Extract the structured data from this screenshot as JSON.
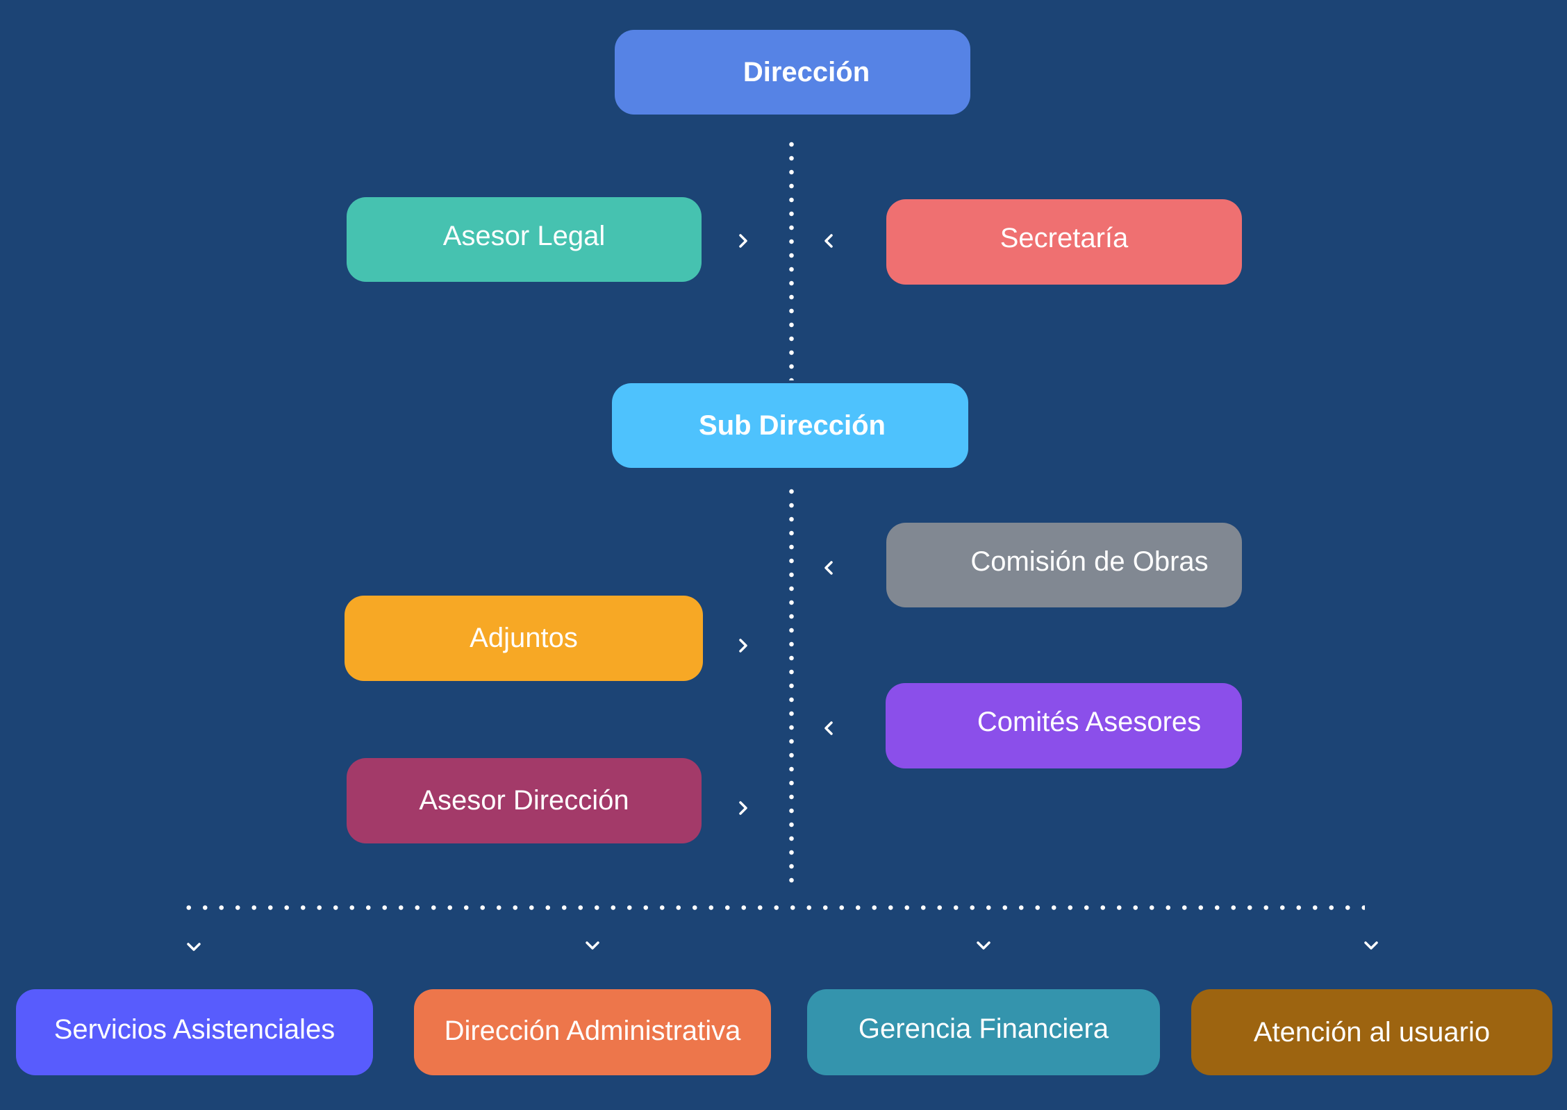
{
  "nodes": {
    "direccion": {
      "label": "Dirección",
      "color": "#5683e5"
    },
    "asesor_legal": {
      "label": "Asesor Legal",
      "color": "#46c2b0"
    },
    "secretaria": {
      "label": "Secretaría",
      "color": "#ef7071"
    },
    "sub_direccion": {
      "label": "Sub Dirección",
      "color": "#4ec2fd"
    },
    "comision_obras": {
      "label": "Comisión de Obras",
      "color": "#818892"
    },
    "adjuntos": {
      "label": "Adjuntos",
      "color": "#f7a825"
    },
    "comites_asesores": {
      "label": "Comités Asesores",
      "color": "#8b4fea"
    },
    "asesor_direccion": {
      "label": "Asesor Dirección",
      "color": "#a33a69"
    },
    "servicios_asistenciales": {
      "label": "Servicios Asistenciales",
      "color": "#585cfd"
    },
    "direccion_administrativa": {
      "label": "Dirección Administrativa",
      "color": "#ed764b"
    },
    "gerencia_financiera": {
      "label": "Gerencia Financiera",
      "color": "#3494ad"
    },
    "atencion_usuario": {
      "label": "Atención al usuario",
      "color": "#9d6410"
    }
  },
  "colors": {
    "background": "#1c4475",
    "connector": "#ffffff"
  },
  "icons": {
    "right": "chevron-right-icon",
    "left": "chevron-left-icon",
    "down": "chevron-down-icon"
  }
}
